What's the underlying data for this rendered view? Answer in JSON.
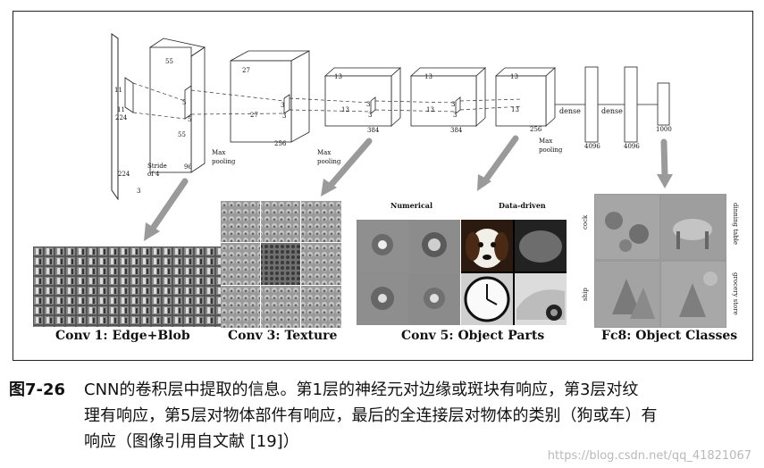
{
  "architecture": {
    "input": {
      "h": "224",
      "w": "224",
      "d": "3",
      "kernel_outer": "11",
      "kernel_inner": "11",
      "stride": "Stride",
      "stride2": "of 4"
    },
    "conv1": {
      "h": "55",
      "w": "55",
      "d": "96",
      "k1": "5",
      "k2": "5"
    },
    "pool1": "Max",
    "pool1b": "pooling",
    "conv2": {
      "h": "27",
      "w": "27",
      "d": "256",
      "k1": "3",
      "k2": "3"
    },
    "pool2": "Max",
    "pool2b": "pooling",
    "conv3": {
      "h": "13",
      "w": "13",
      "d": "384",
      "k1": "3",
      "k2": "3"
    },
    "conv4": {
      "h": "13",
      "w": "13",
      "d": "384",
      "k1": "3",
      "k2": "3"
    },
    "conv5": {
      "h": "13",
      "w": "13",
      "d": "256"
    },
    "pool3": "Max",
    "pool3b": "pooling",
    "dense_label": "dense",
    "fc1": "4096",
    "fc2": "4096",
    "fc3": "1000"
  },
  "panels": {
    "conv1": "Conv 1: Edge+Blob",
    "conv3": "Conv 3: Texture",
    "conv5": "Conv 5: Object Parts",
    "fc8": "Fc8: Object Classes",
    "numerical": "Numerical",
    "data_driven": "Data-driven",
    "cock": "cock",
    "dining_table": "dinning table",
    "ship": "ship",
    "grocery_store": "grocery store"
  },
  "caption": {
    "figure": "图7-26",
    "line1": "CNN的卷积层中提取的信息。第1层的神经元对边缘或斑块有响应，第3层对纹",
    "line2": "理有响应，第5层对物体部件有响应，最后的全连接层对物体的类别（狗或车）有",
    "line3": "响应（图像引用自文献 [19]）"
  },
  "watermark": "https://blog.csdn.net/qq_41821067"
}
